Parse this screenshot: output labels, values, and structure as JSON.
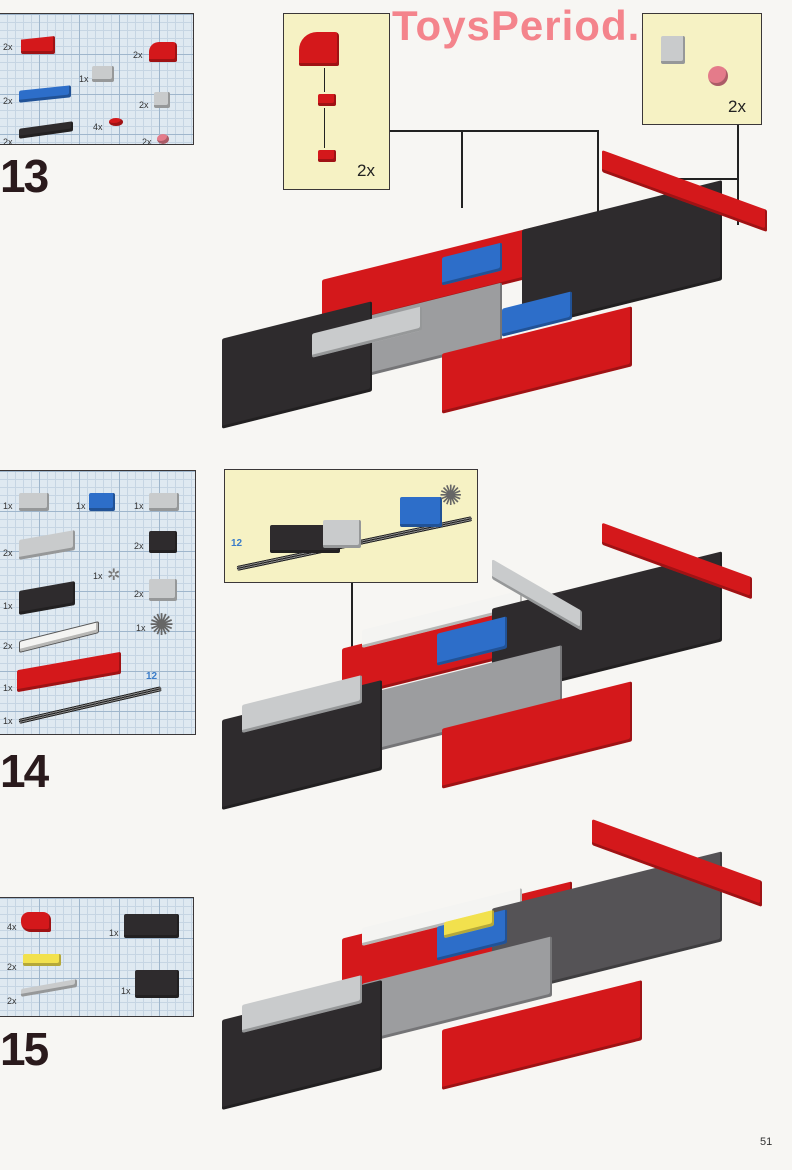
{
  "watermark": "ToysPeriod.com",
  "page_number": "51",
  "colors": {
    "red": "#d4181b",
    "blue": "#2d6ec9",
    "black": "#2e2b2d",
    "light_gray": "#c9cbcc",
    "yellow": "#f2e14d",
    "pink": "#e47b8a",
    "callout_bg": "#f6f2c4",
    "grid_bg": "#dfe9f1"
  },
  "steps": [
    {
      "number": "13",
      "parts": [
        {
          "qty": "2x",
          "part": "red wedge slope brick"
        },
        {
          "qty": "1x",
          "part": "light gray technic brick 1x2 with hole"
        },
        {
          "qty": "2x",
          "part": "red curved brick"
        },
        {
          "qty": "2x",
          "part": "blue plate 2x4"
        },
        {
          "qty": "2x",
          "part": "light gray brick 1x1 with headlight"
        },
        {
          "qty": "4x",
          "part": "red plate 1x1 round"
        },
        {
          "qty": "2x",
          "part": "black plate 1x4"
        },
        {
          "qty": "2x",
          "part": "pink round tile"
        }
      ],
      "callouts": [
        {
          "qty": "2x",
          "content": "red curved brick + red plate 1x1 + red plate 1x1 stack"
        },
        {
          "qty": "2x",
          "content": "gray headlight brick + pink round tile"
        }
      ]
    },
    {
      "number": "14",
      "parts": [
        {
          "qty": "1x",
          "part": "light gray brick 1x2"
        },
        {
          "qty": "1x",
          "part": "blue technic brick 1x2 with hole"
        },
        {
          "qty": "1x",
          "part": "light gray technic brick 1x2 with hole"
        },
        {
          "qty": "2x",
          "part": "light gray brick 1x4"
        },
        {
          "qty": "2x",
          "part": "black slope 2x2"
        },
        {
          "qty": "1x",
          "part": "small gear"
        },
        {
          "qty": "2x",
          "part": "light gray inverted slope"
        },
        {
          "qty": "1x",
          "part": "black technic brick 1x4"
        },
        {
          "qty": "1x",
          "part": "gray gear 24 tooth"
        },
        {
          "qty": "2x",
          "part": "white plate 1x6"
        },
        {
          "qty": "1x",
          "part": "red brick 1x8"
        },
        {
          "qty": "1x",
          "part": "axle",
          "length": "12"
        }
      ],
      "callouts": [
        {
          "label": "12",
          "content": "axle with black technic brick, gray brick, blue brick and gear"
        }
      ]
    },
    {
      "number": "15",
      "parts": [
        {
          "qty": "4x",
          "part": "red curved slope"
        },
        {
          "qty": "1x",
          "part": "black technic brick 1x4 with notches"
        },
        {
          "qty": "2x",
          "part": "yellow plate 2x2"
        },
        {
          "qty": "2x",
          "part": "light gray plate 1x4"
        },
        {
          "qty": "1x",
          "part": "black technic brick 1x3 with notches"
        }
      ]
    }
  ]
}
